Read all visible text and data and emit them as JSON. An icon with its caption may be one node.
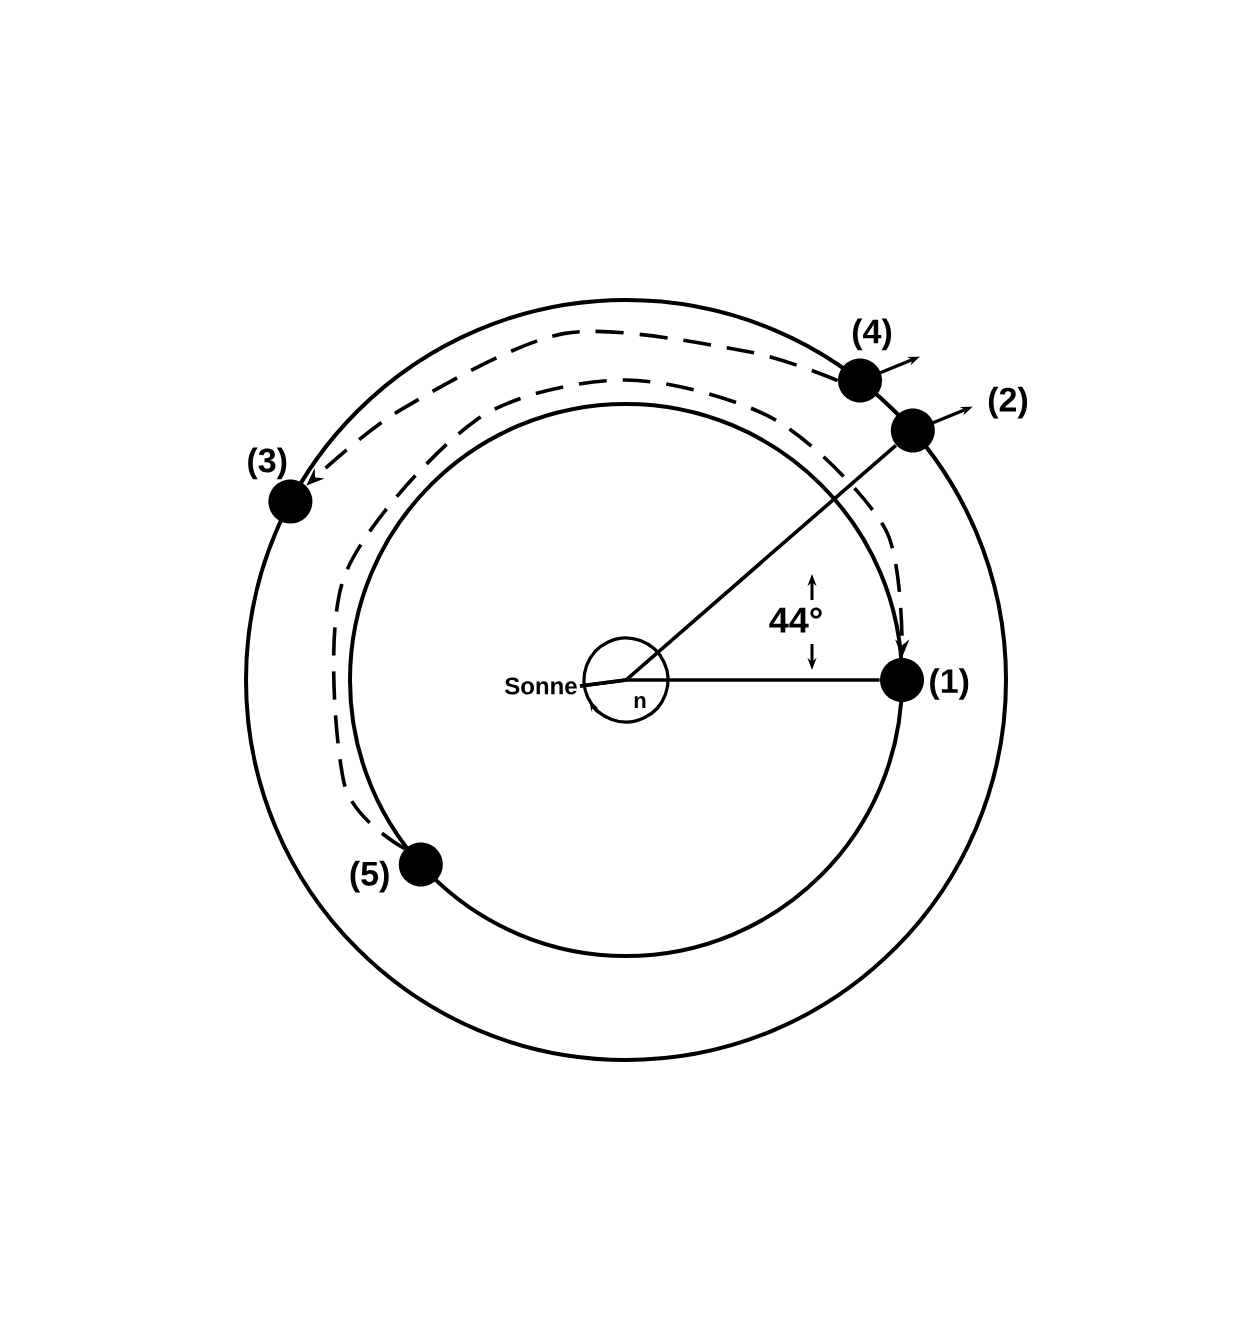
{
  "diagram": {
    "nodes": [
      {
        "text": [
          "Sonne"
        ]
      },
      {
        "text": [],
        "shape": "circle",
        "beside": [
          "(1)"
        ]
      },
      {
        "text": [],
        "shape": "circle",
        "beside": [
          "(2)"
        ]
      },
      {
        "text": [],
        "shape": "circle",
        "beside": [
          "(3)"
        ]
      },
      {
        "text": [],
        "shape": "circle",
        "beside": [
          "(4)"
        ]
      },
      {
        "text": [],
        "shape": "circle",
        "beside": [
          "(5)"
        ]
      }
    ],
    "edges": [
      {
        "from": 0,
        "to": 1,
        "arrow": "none"
      },
      {
        "from": 0,
        "to": 2,
        "arrow": "none"
      },
      {
        "from": 4,
        "to": 3,
        "arrow": "to",
        "style": "dashed"
      },
      {
        "from": 5,
        "to": 1,
        "arrow": "to",
        "style": "dashed"
      }
    ],
    "labels": [
      "44°",
      "n"
    ]
  }
}
